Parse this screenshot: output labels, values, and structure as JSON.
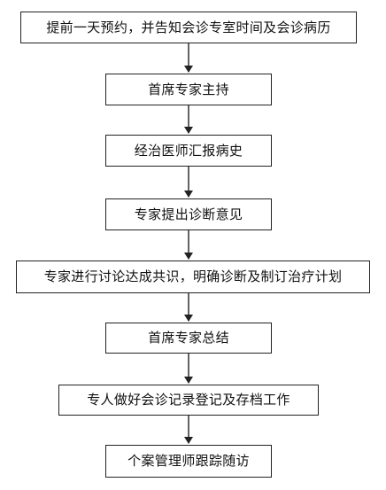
{
  "flowchart": {
    "steps": [
      "提前一天预约，并告知会诊专室时间及会诊病历",
      "首席专家主持",
      "经治医师汇报病史",
      "专家提出诊断意见",
      "专家进行讨论达成共识，明确诊断及制订治疗计划",
      "首席专家总结",
      "专人做好会诊记录登记及存档工作",
      "个案管理师跟踪随访"
    ]
  }
}
